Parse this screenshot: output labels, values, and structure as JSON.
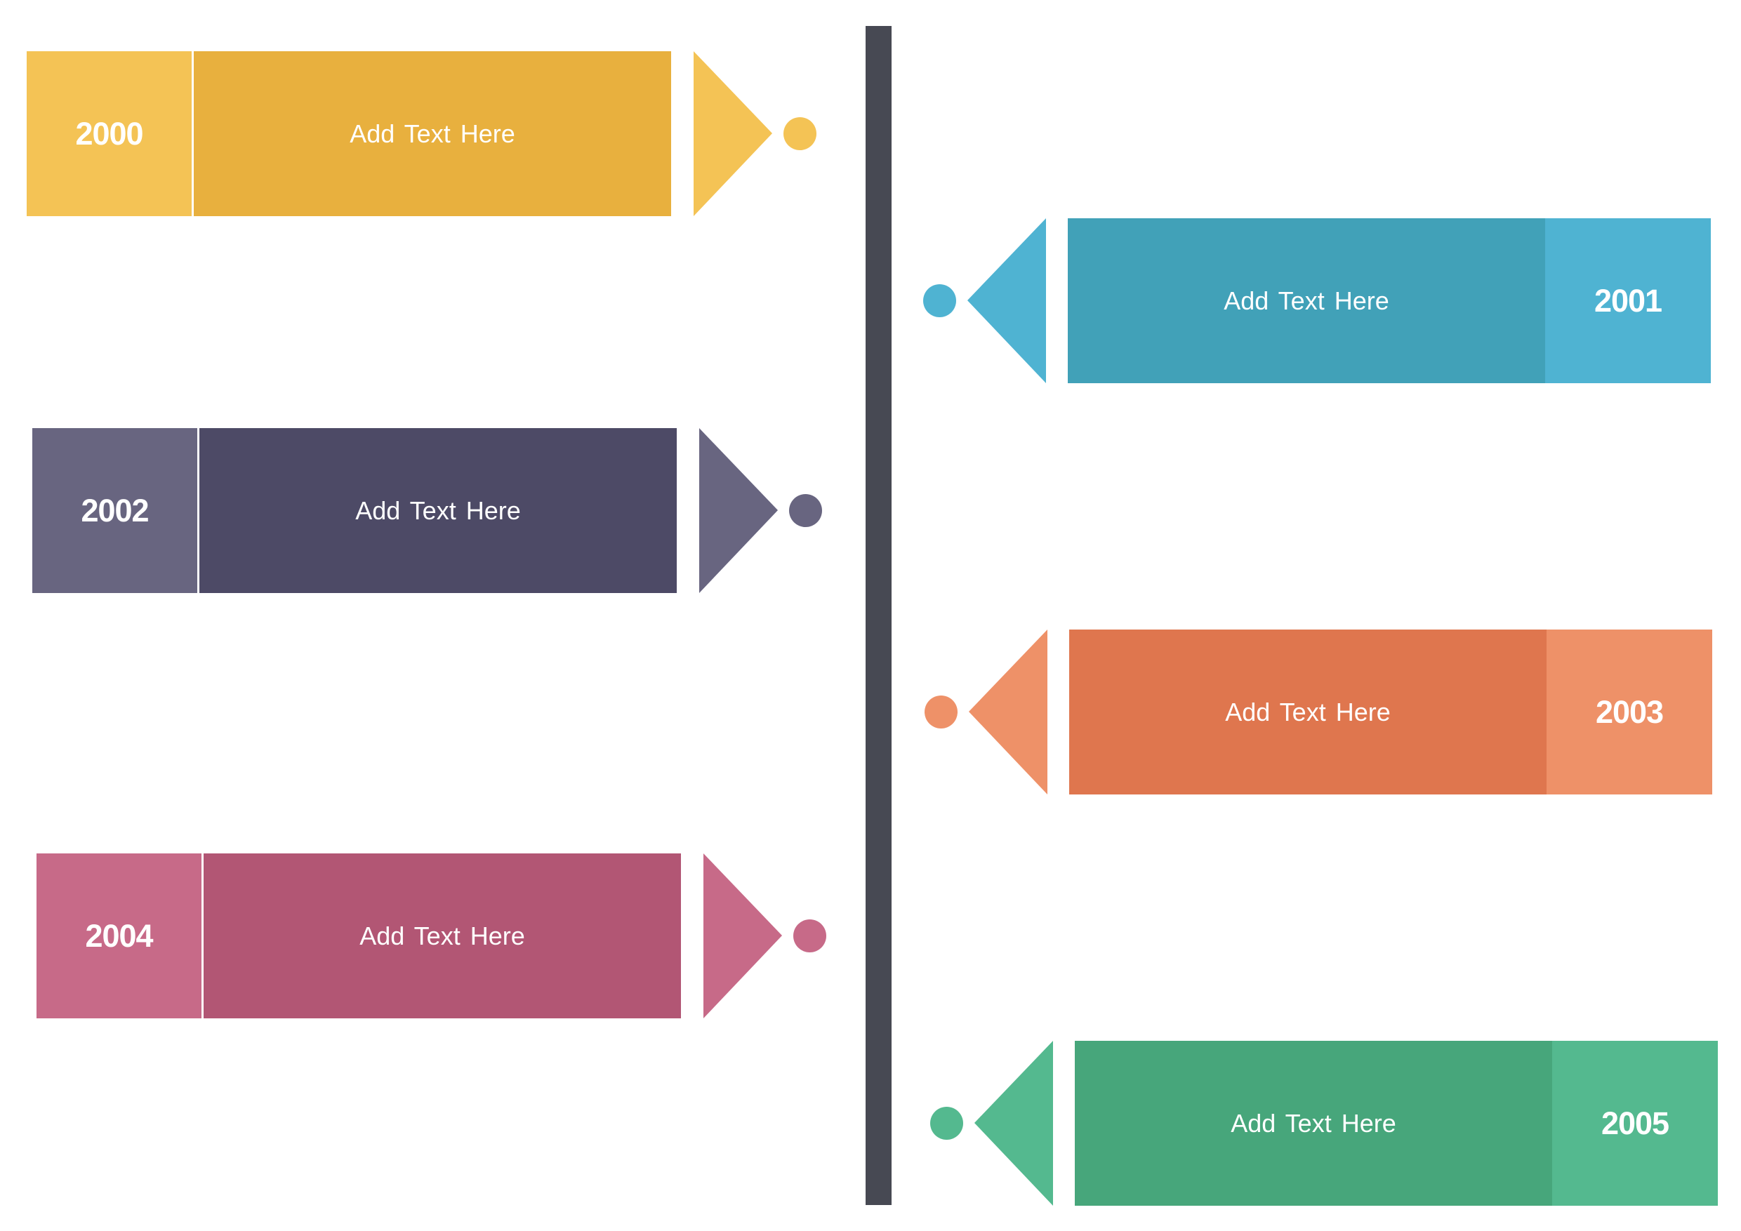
{
  "events": [
    {
      "year": "2000",
      "text": "Add Text Here",
      "side": "left",
      "year_color": "#f4c355",
      "text_color": "#e8b03e"
    },
    {
      "year": "2001",
      "text": "Add Text Here",
      "side": "right",
      "year_color": "#4fb3d2",
      "text_color": "#41a1b8"
    },
    {
      "year": "2002",
      "text": "Add Text Here",
      "side": "left",
      "year_color": "#686580",
      "text_color": "#4d4a66"
    },
    {
      "year": "2003",
      "text": "Add Text Here",
      "side": "right",
      "year_color": "#ee9168",
      "text_color": "#df764e"
    },
    {
      "year": "2004",
      "text": "Add Text Here",
      "side": "left",
      "year_color": "#c76a88",
      "text_color": "#b25674"
    },
    {
      "year": "2005",
      "text": "Add Text Here",
      "side": "right",
      "year_color": "#54b98f",
      "text_color": "#47a67b"
    }
  ],
  "spine_color": "#474953"
}
